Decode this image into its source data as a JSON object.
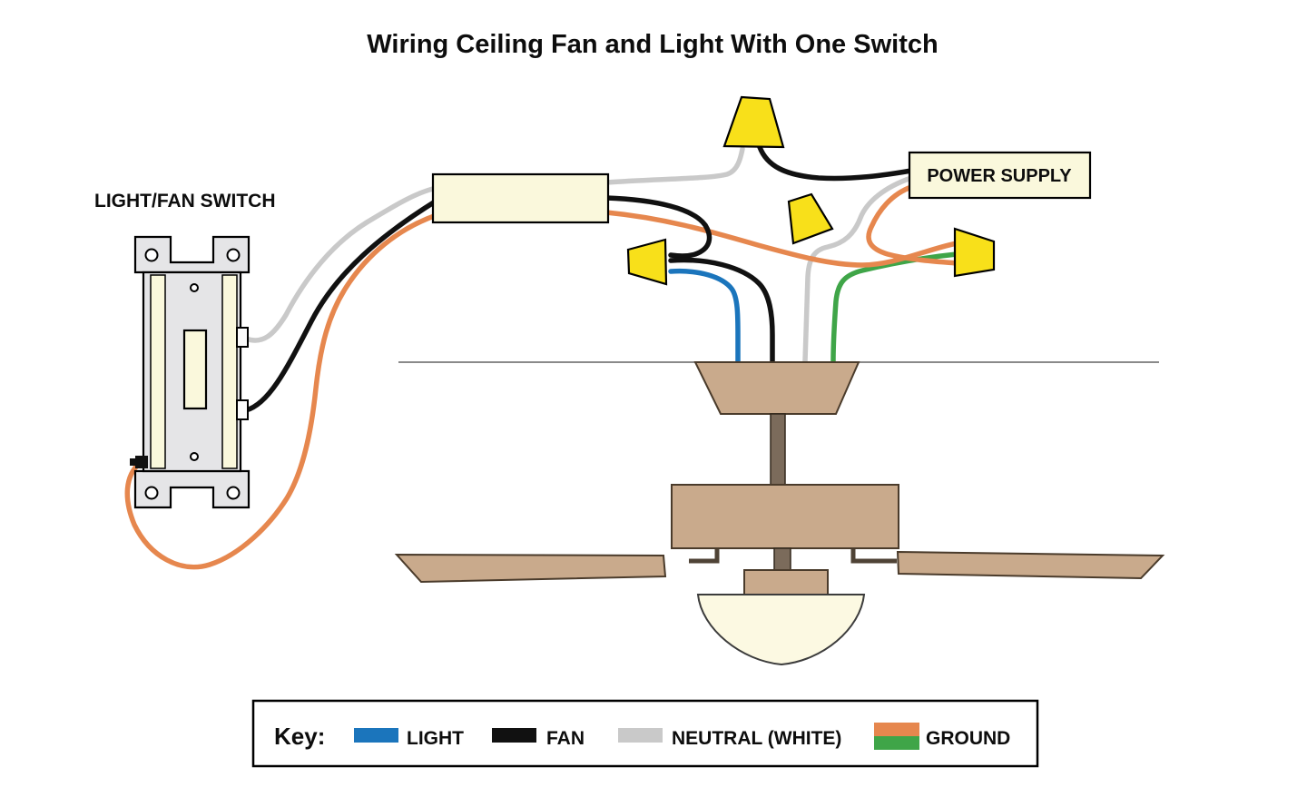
{
  "title": "Wiring Ceiling Fan and Light With One Switch",
  "labels": {
    "switch": "LIGHT/FAN SWITCH",
    "power_supply": "POWER SUPPLY"
  },
  "legend": {
    "heading": "Key:",
    "items": [
      {
        "label": "LIGHT",
        "color": "light"
      },
      {
        "label": "FAN",
        "color": "fan"
      },
      {
        "label": "NEUTRAL (WHITE)",
        "color": "neutral"
      },
      {
        "label": "GROUND",
        "color": "ground-orange-and-green"
      }
    ]
  },
  "colors": {
    "light": "#1b75bc",
    "fan": "#111111",
    "neutral": "#c9c9c9",
    "ground-orange": "#e6874e",
    "ground-green": "#3fa548",
    "nut-yellow": "#f8e01a",
    "box-cream": "#faf8dc",
    "fan-tan": "#c9aa8c",
    "wood-dark": "#7b6b5b",
    "switch-gray": "#e5e5e7",
    "bowl-cream": "#fcf9e2",
    "ceiling-line": "#8a8a8a"
  }
}
